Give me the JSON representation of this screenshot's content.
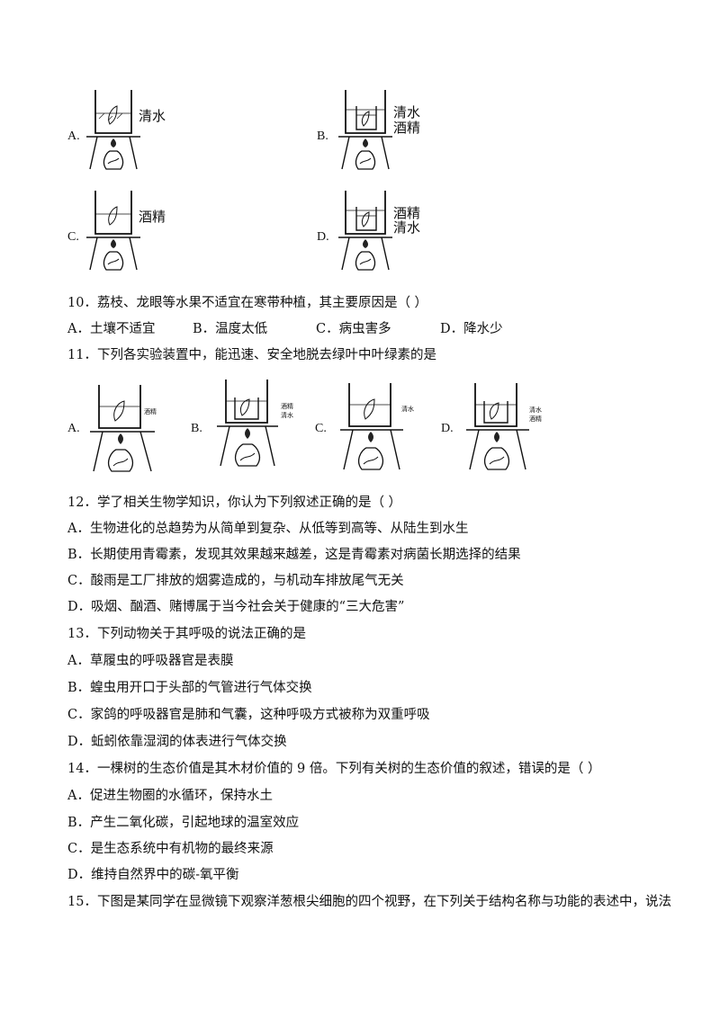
{
  "q9": {
    "options": [
      {
        "letter": "A.",
        "labels": [
          "清水"
        ]
      },
      {
        "letter": "B.",
        "labels": [
          "清水",
          "酒精"
        ]
      },
      {
        "letter": "C.",
        "labels": [
          "酒精"
        ]
      },
      {
        "letter": "D.",
        "labels": [
          "酒精",
          "清水"
        ]
      }
    ]
  },
  "q10": {
    "stem": "10．荔枝、龙眼等水果不适宜在寒带种植，其主要原因是（    ）",
    "options": [
      "A．土壤不适宜",
      "B．温度太低",
      "C．病虫害多",
      "D．降水少"
    ]
  },
  "q11": {
    "stem": "11．下列各实验装置中，能迅速、安全地脱去绿叶中叶绿素的是",
    "options": [
      {
        "letter": "A.",
        "labels": [
          "酒精"
        ]
      },
      {
        "letter": "B.",
        "labels": [
          "酒精",
          "清水"
        ]
      },
      {
        "letter": "C.",
        "labels": [
          "清水"
        ]
      },
      {
        "letter": "D.",
        "labels": [
          "清水",
          "酒精"
        ]
      }
    ]
  },
  "q12": {
    "stem": "12．学了相关生物学知识，你认为下列叙述正确的是（        ）",
    "options": [
      "A．生物进化的总趋势为从简单到复杂、从低等到高等、从陆生到水生",
      "B．长期使用青霉素，发现其效果越来越差，这是青霉素对病菌长期选择的结果",
      "C．酸雨是工厂排放的烟雾造成的，与机动车排放尾气无关",
      "D．吸烟、酗酒、赌博属于当今社会关于健康的“三大危害”"
    ]
  },
  "q13": {
    "stem": "13．下列动物关于其呼吸的说法正确的是",
    "options": [
      "A．草履虫的呼吸器官是表膜",
      "B．蝗虫用开口于头部的气管进行气体交换",
      "C．家鸽的呼吸器官是肺和气囊，这种呼吸方式被称为双重呼吸",
      "D．蚯蚓依靠湿润的体表进行气体交换"
    ]
  },
  "q14": {
    "stem": "14．一棵树的生态价值是其木材价值的 9 倍。下列有关树的生态价值的叙述，错误的是（        ）",
    "options": [
      "A．促进生物圈的水循环，保持水土",
      "B．产生二氧化碳，引起地球的温室效应",
      "C．是生态系统中有机物的最终来源",
      "D．维持自然界中的碳-氧平衡"
    ]
  },
  "q15": {
    "stem": "15．下图是某同学在显微镜下观察洋葱根尖细胞的四个视野，在下列关于结构名称与功能的表述中，说法"
  }
}
